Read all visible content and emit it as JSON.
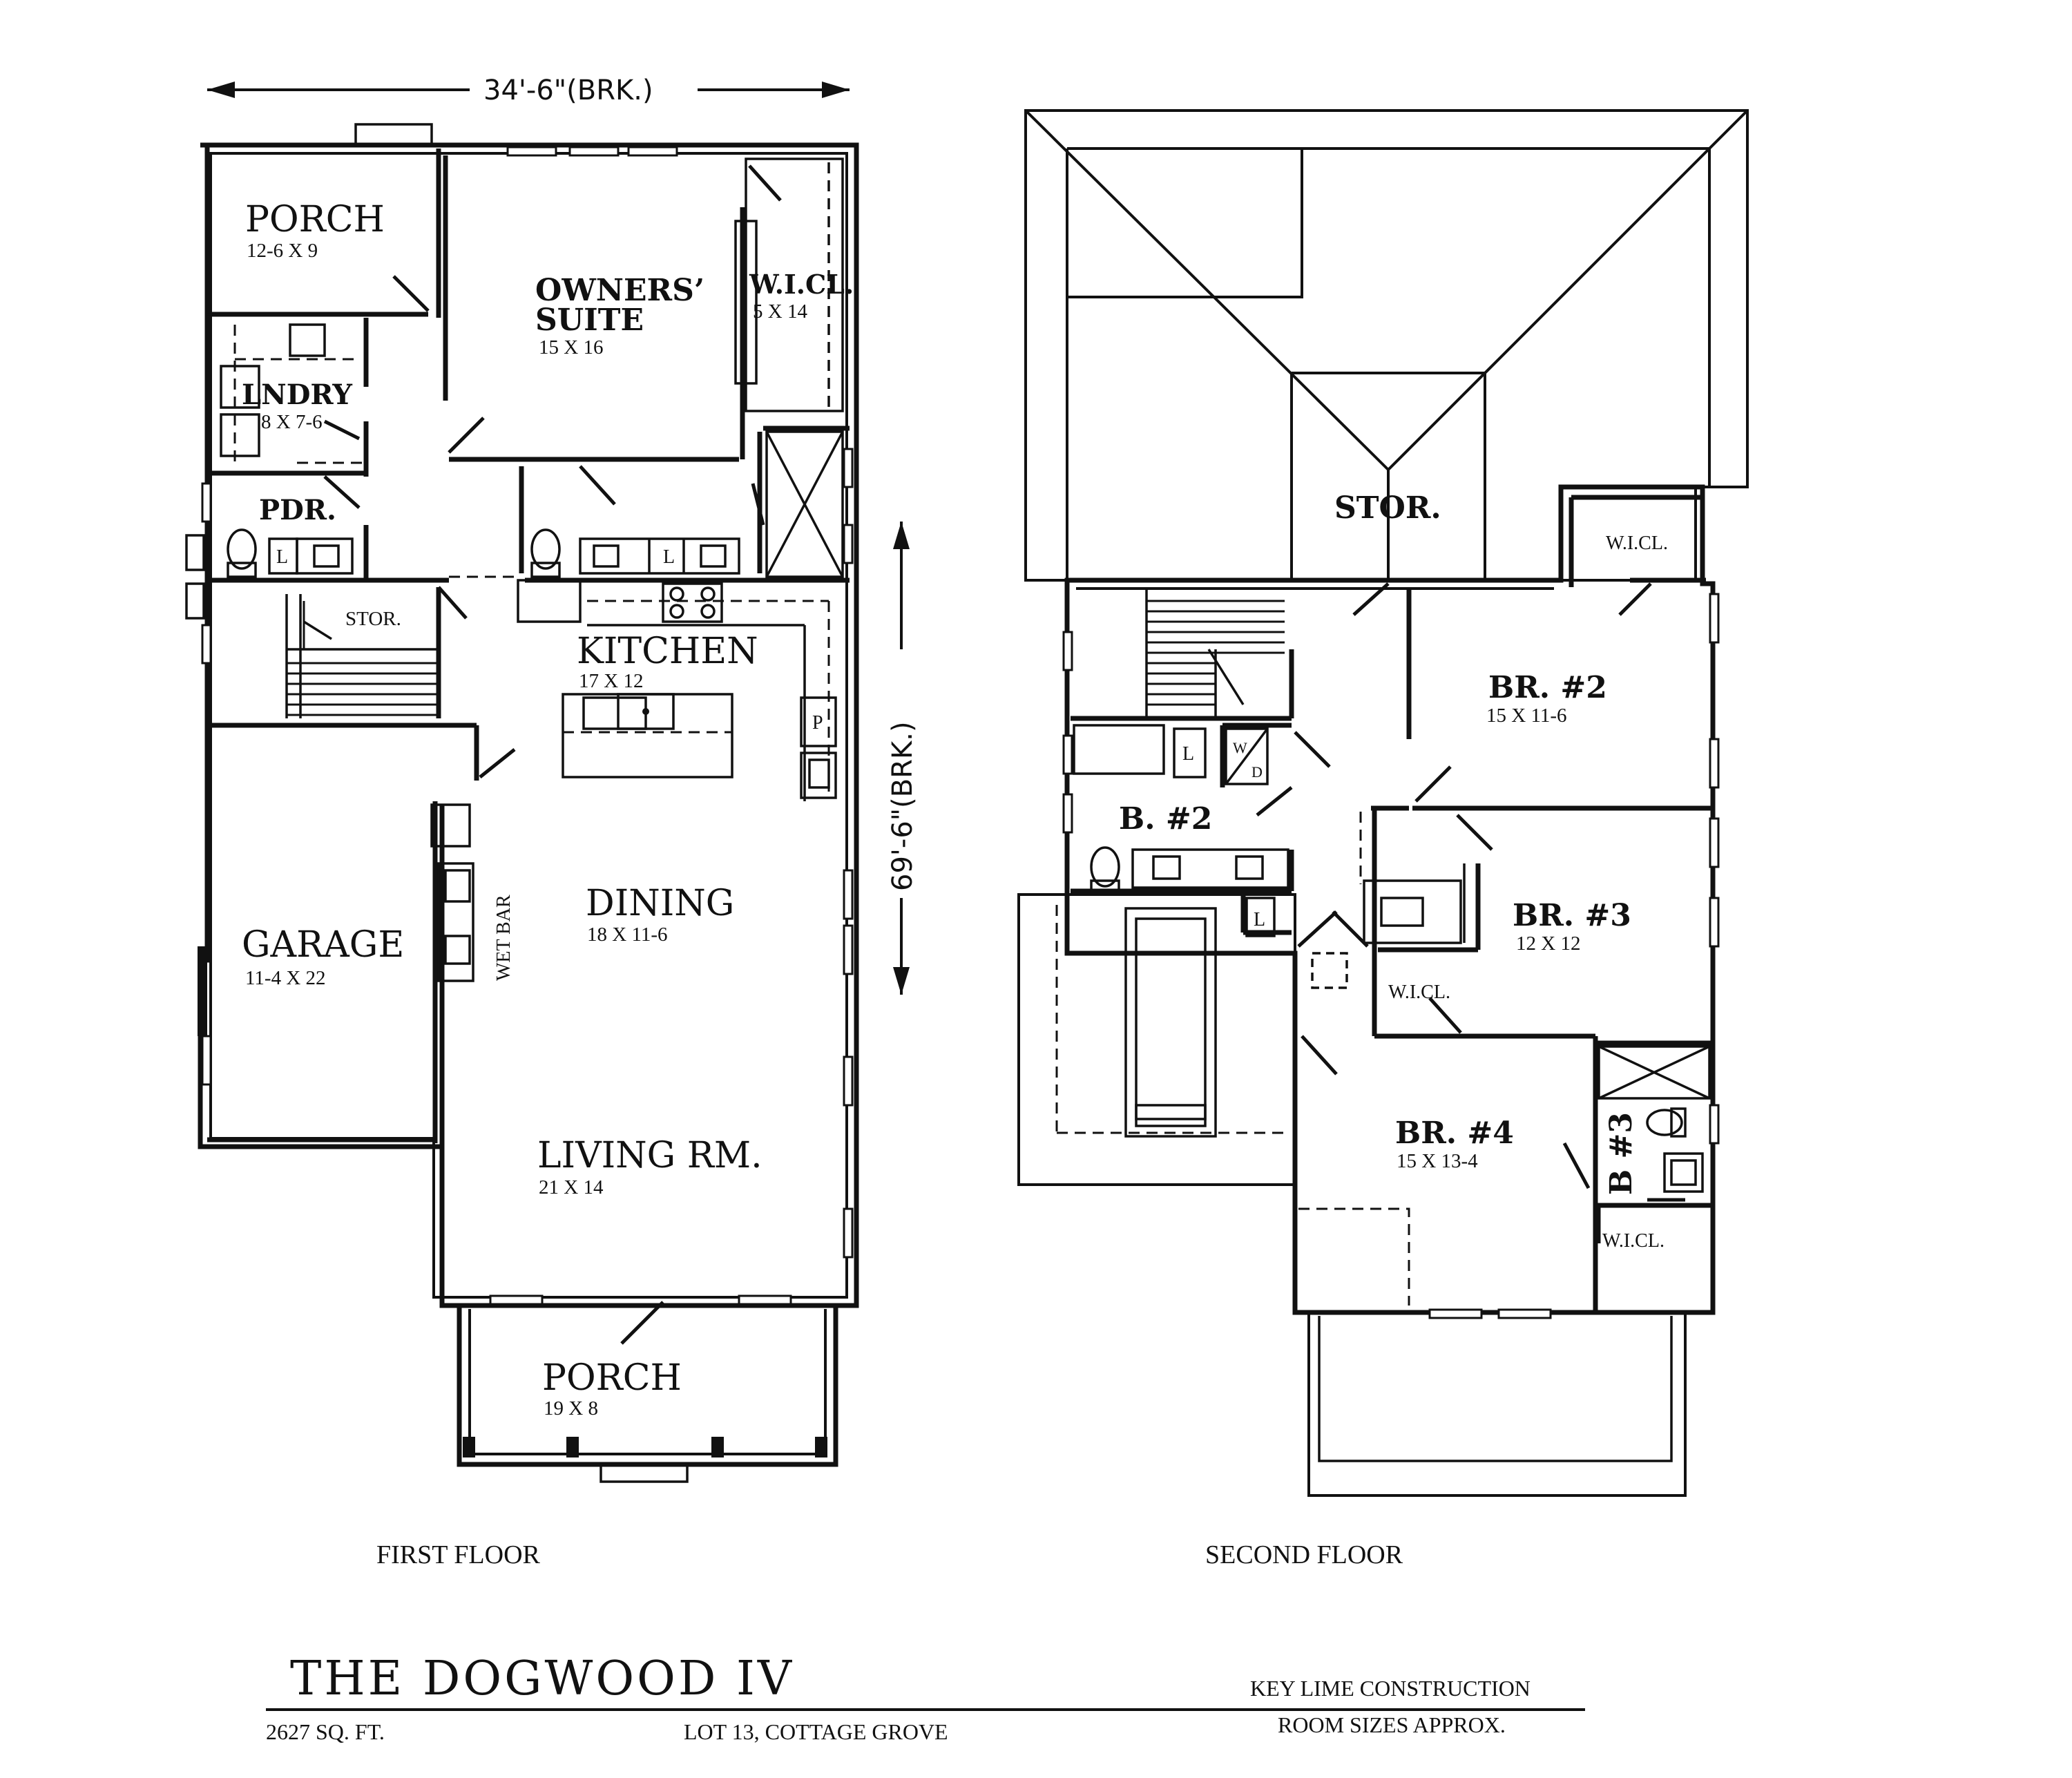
{
  "plan_name": "THE DOGWOOD IV",
  "builder": "KEY LIME CONSTRUCTION",
  "area": "2627 SQ. FT.",
  "lot": "LOT 13, COTTAGE GROVE",
  "note": "ROOM SIZES APPROX.",
  "dimensions": {
    "width": "34'-6\"(BRK.)",
    "depth": "69'-6\"(BRK.)"
  },
  "floors": {
    "first": "FIRST FLOOR",
    "second": "SECOND FLOOR"
  },
  "first_floor_rooms": {
    "porch_rear": {
      "name": "PORCH",
      "size": "12-6 X 9"
    },
    "owners_suite": {
      "name1": "OWNERS’",
      "name2": "SUITE",
      "size": "15 X 16"
    },
    "wic": {
      "name": "W.I.CL.",
      "size": "5 X 14"
    },
    "laundry": {
      "name": "LNDRY",
      "size": "8 X 7-6"
    },
    "powder": {
      "name": "PDR."
    },
    "storage": {
      "name": "STOR."
    },
    "kitchen": {
      "name": "KITCHEN",
      "size": "17 X 12"
    },
    "garage": {
      "name": "GARAGE",
      "size": "11-4 X 22"
    },
    "dining": {
      "name": "DINING",
      "size": "18 X 11-6"
    },
    "wet_bar": {
      "name": "WET BAR"
    },
    "living": {
      "name": "LIVING RM.",
      "size": "21 X 14"
    },
    "porch_front": {
      "name": "PORCH",
      "size": "19 X 8"
    },
    "pantry": {
      "name": "P"
    },
    "linen": {
      "name": "L"
    }
  },
  "second_floor_rooms": {
    "storage": {
      "name": "STOR."
    },
    "wic_br2": {
      "name": "W.I.CL."
    },
    "br2": {
      "name": "BR. #2",
      "size": "15 X 11-6"
    },
    "bath2": {
      "name": "B. #2"
    },
    "washer_dryer": {
      "top": "W",
      "bottom": "D"
    },
    "linen": {
      "name": "L"
    },
    "br3": {
      "name": "BR. #3",
      "size": "12 X 12"
    },
    "wic_br3": {
      "name": "W.I.CL."
    },
    "br4": {
      "name": "BR. #4",
      "size": "15 X 13-4"
    },
    "bath3": {
      "name": "B #3"
    },
    "wic_br4": {
      "name": "W.I.CL."
    }
  }
}
